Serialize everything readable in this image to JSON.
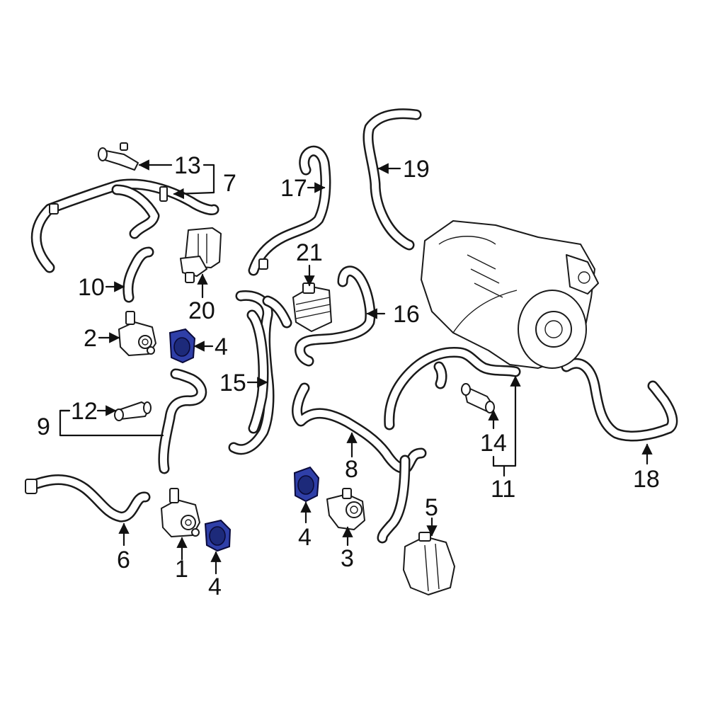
{
  "colors": {
    "seal": "#2f3fa8",
    "seal_dark": "#1d2a7a",
    "line": "#111111"
  },
  "callouts": {
    "c1": "1",
    "c2": "2",
    "c3": "3",
    "c4a": "4",
    "c4b": "4",
    "c4c": "4",
    "c5": "5",
    "c6": "6",
    "c7": "7",
    "c8": "8",
    "c9": "9",
    "c10": "10",
    "c11": "11",
    "c12": "12",
    "c13": "13",
    "c14": "14",
    "c15": "15",
    "c16": "16",
    "c17": "17",
    "c18": "18",
    "c19": "19",
    "c20": "20",
    "c21": "21"
  }
}
